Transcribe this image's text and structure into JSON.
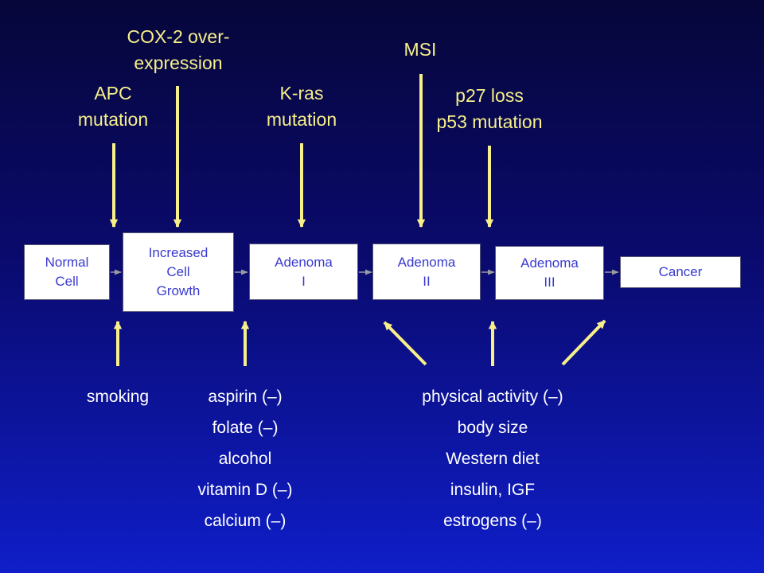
{
  "colors": {
    "arrow": "#f7f08a",
    "label": "#f7f08a",
    "box_text": "#3a3ad0",
    "factor_text": "#ffffff"
  },
  "molecular_events": {
    "cox2": [
      "COX-2 over-",
      "expression"
    ],
    "msi": "MSI",
    "apc": [
      "APC",
      "mutation"
    ],
    "kras": [
      "K-ras",
      "mutation"
    ],
    "p27_p53": [
      "p27 loss",
      "p53 mutation"
    ]
  },
  "stages": {
    "normal": [
      "Normal",
      "Cell"
    ],
    "growth": [
      "Increased",
      "Cell",
      "Growth"
    ],
    "adenoma1": [
      "Adenoma",
      "I"
    ],
    "adenoma2": [
      "Adenoma",
      "II"
    ],
    "adenoma3": [
      "Adenoma",
      "III"
    ],
    "cancer": [
      "Cancer"
    ]
  },
  "risk_factors": {
    "smoking": "smoking",
    "middle": [
      "aspirin (–)",
      "folate (–)",
      "alcohol",
      "vitamin D (–)",
      "calcium (–)"
    ],
    "right": [
      "physical activity (–)",
      "body size",
      "Western diet",
      "insulin, IGF",
      "estrogens (–)"
    ]
  }
}
